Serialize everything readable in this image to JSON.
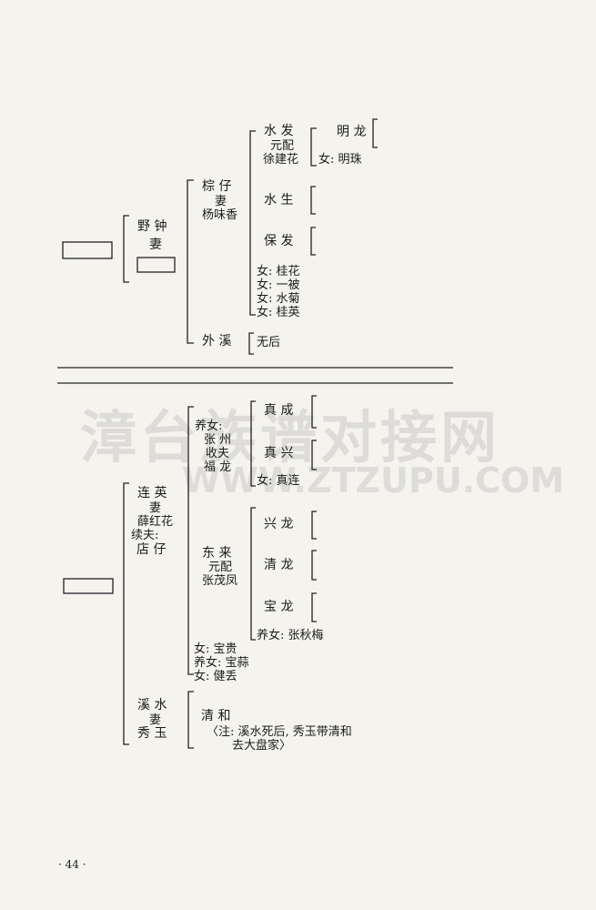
{
  "watermark": {
    "cn": "漳台族谱对接网",
    "en": "WWW.ZTZUPU.COM"
  },
  "tree1": {
    "gen1": {
      "name": "野 钟",
      "spouse": "妻"
    },
    "son1": {
      "name": "棕 仔",
      "spouse_label": "妻",
      "spouse": "杨味香"
    },
    "son2": {
      "name": "外 溪",
      "note": "无后"
    },
    "g1": {
      "name": "水 发",
      "spouse_label": "元配",
      "spouse": "徐建花"
    },
    "g1c1": "明 龙",
    "g1c2": "女: 明珠",
    "g2": "水 生",
    "g3": "保 发",
    "daughters": [
      "女: 桂花",
      "女: 一被",
      "女: 水菊",
      "女: 桂英"
    ]
  },
  "tree2": {
    "gen1": {
      "name": "连 英",
      "spouse_label": "妻",
      "spouse": "薛红花",
      "extra_label": "续夫:",
      "extra": "店 仔"
    },
    "s1": {
      "label": "养女:",
      "name": "张 州",
      "extra_label": "收夫",
      "extra": "福 龙"
    },
    "s1c": [
      "真 成",
      "真 兴",
      "女: 真连"
    ],
    "s2": {
      "name": "东 来",
      "spouse_label": "元配",
      "spouse": "张茂凤"
    },
    "s2c": [
      "兴 龙",
      "清 龙",
      "宝 龙",
      "养女: 张秋梅"
    ],
    "s3": [
      "女: 宝贵",
      "养女: 宝蒜",
      "女: 健丢"
    ],
    "gen2": {
      "name": "溪 水",
      "spouse_label": "妻",
      "spouse": "秀 玉"
    },
    "gen2c": {
      "name": "清 和",
      "note1": "〈注: 溪水死后, 秀玉带清和",
      "note2": "去大盘家〉"
    }
  },
  "page_number": "· 44 ·"
}
